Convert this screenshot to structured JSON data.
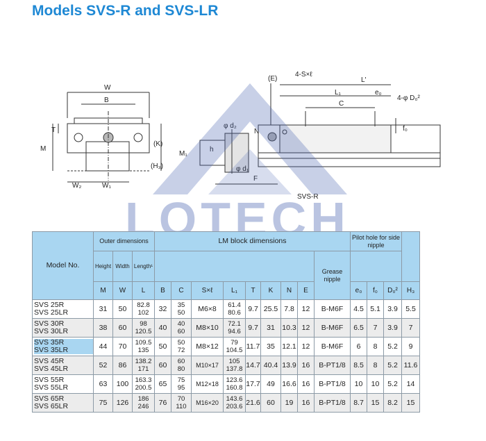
{
  "title": "Models SVS-R and SVS-LR",
  "drawing_labels": {
    "W": "W",
    "B": "B",
    "T": "T",
    "M": "M",
    "K": "(K)",
    "H3": "(H₃)",
    "W2": "W₂",
    "W1": "W₁",
    "E": "(E)",
    "S": "4-S×ℓ",
    "L_prime": "L'",
    "L1": "L₁",
    "e0": "e₀",
    "D0": "4-φ D₀²",
    "C": "C",
    "f0": "f₀",
    "d2": "φ d₂",
    "N": "N",
    "M1": "M₁",
    "h": "h",
    "d1": "φ d₁",
    "F": "F",
    "view": "SVS-R"
  },
  "watermark": "LOTECH",
  "table": {
    "model_header": "Model No.",
    "outer_header": "Outer dimensions",
    "lm_header": "LM block dimensions",
    "pilot_header": "Pilot hole for side nipple",
    "height": "Height",
    "width": "Width",
    "length": "Length¹",
    "grease": "Grease nipple",
    "syms": [
      "M",
      "W",
      "L",
      "B",
      "C",
      "S×ℓ",
      "L₁",
      "T",
      "K",
      "N",
      "E",
      "",
      "e₀",
      "f₀",
      "D₀²",
      "H₃"
    ],
    "rows": [
      {
        "m1": "SVS 25R",
        "m2": "SVS 25LR",
        "M": "31",
        "W": "50",
        "L1": "82.8",
        "L2": "102",
        "B": "32",
        "C1": "35",
        "C2": "50",
        "S": "M6×8",
        "Lb1": "61.4",
        "Lb2": "80.6",
        "T": "9.7",
        "K": "25.5",
        "N": "7.8",
        "E": "12",
        "G": "B-M6F",
        "e0": "4.5",
        "f0": "5.1",
        "D0": "3.9",
        "H3": "5.5"
      },
      {
        "m1": "SVS 30R",
        "m2": "SVS 30LR",
        "M": "38",
        "W": "60",
        "L1": "98",
        "L2": "120.5",
        "B": "40",
        "C1": "40",
        "C2": "60",
        "S": "M8×10",
        "Lb1": "72.1",
        "Lb2": "94.6",
        "T": "9.7",
        "K": "31",
        "N": "10.3",
        "E": "12",
        "G": "B-M6F",
        "e0": "6.5",
        "f0": "7",
        "D0": "3.9",
        "H3": "7"
      },
      {
        "m1": "SVS 35R",
        "m2": "SVS 35LR",
        "M": "44",
        "W": "70",
        "L1": "109.5",
        "L2": "135",
        "B": "50",
        "C1": "50",
        "C2": "72",
        "S": "M8×12",
        "Lb1": "79",
        "Lb2": "104.5",
        "T": "11.7",
        "K": "35",
        "N": "12.1",
        "E": "12",
        "G": "B-M6F",
        "e0": "6",
        "f0": "8",
        "D0": "5.2",
        "H3": "9"
      },
      {
        "m1": "SVS 45R",
        "m2": "SVS 45LR",
        "M": "52",
        "W": "86",
        "L1": "138.2",
        "L2": "171",
        "B": "60",
        "C1": "60",
        "C2": "80",
        "S": "M10×17",
        "Lb1": "105",
        "Lb2": "137.8",
        "T": "14.7",
        "K": "40.4",
        "N": "13.9",
        "E": "16",
        "G": "B-PT1/8",
        "e0": "8.5",
        "f0": "8",
        "D0": "5.2",
        "H3": "11.6"
      },
      {
        "m1": "SVS 55R",
        "m2": "SVS 55LR",
        "M": "63",
        "W": "100",
        "L1": "163.3",
        "L2": "200.5",
        "B": "65",
        "C1": "75",
        "C2": "95",
        "S": "M12×18",
        "Lb1": "123.6",
        "Lb2": "160.8",
        "T": "17.7",
        "K": "49",
        "N": "16.6",
        "E": "16",
        "G": "B-PT1/8",
        "e0": "10",
        "f0": "10",
        "D0": "5.2",
        "H3": "14"
      },
      {
        "m1": "SVS 65R",
        "m2": "SVS 65LR",
        "M": "75",
        "W": "126",
        "L1": "186",
        "L2": "246",
        "B": "76",
        "C1": "70",
        "C2": "110",
        "S": "M16×20",
        "Lb1": "143.6",
        "Lb2": "203.6",
        "T": "21.6",
        "K": "60",
        "N": "19",
        "E": "16",
        "G": "B-PT1/8",
        "e0": "8.7",
        "f0": "15",
        "D0": "8.2",
        "H3": "15"
      }
    ]
  }
}
